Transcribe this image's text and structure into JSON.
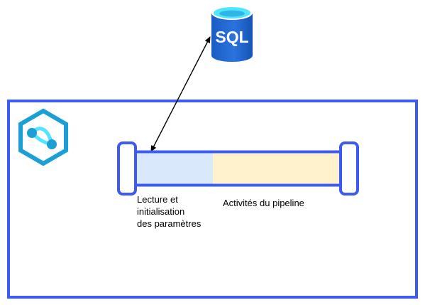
{
  "database": {
    "label": "SQL",
    "icon": "sql-database-icon",
    "top_color": "#50e6ff",
    "body_color": "#1e64c8"
  },
  "workspace": {
    "icon": "synapse-analytics-icon",
    "border_color": "#3b5bf2"
  },
  "pipeline": {
    "border_color": "#3b5bf2",
    "stage1": {
      "label": "Lecture et\ninitialisation\ndes paramètres",
      "fill": "#dae8fc"
    },
    "stage2": {
      "label": "Activités du pipeline",
      "fill": "#fff2cc"
    }
  }
}
